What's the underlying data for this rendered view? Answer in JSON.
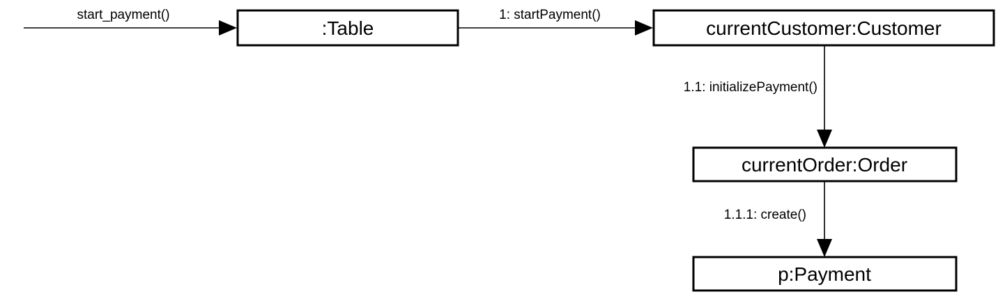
{
  "objects": {
    "table": ":Table",
    "customer": "currentCustomer:Customer",
    "order": "currentOrder:Order",
    "payment": "p:Payment"
  },
  "messages": {
    "start": "start_payment()",
    "m1": "1: startPayment()",
    "m11": "1.1: initializePayment()",
    "m111": "1.1.1: create()"
  }
}
